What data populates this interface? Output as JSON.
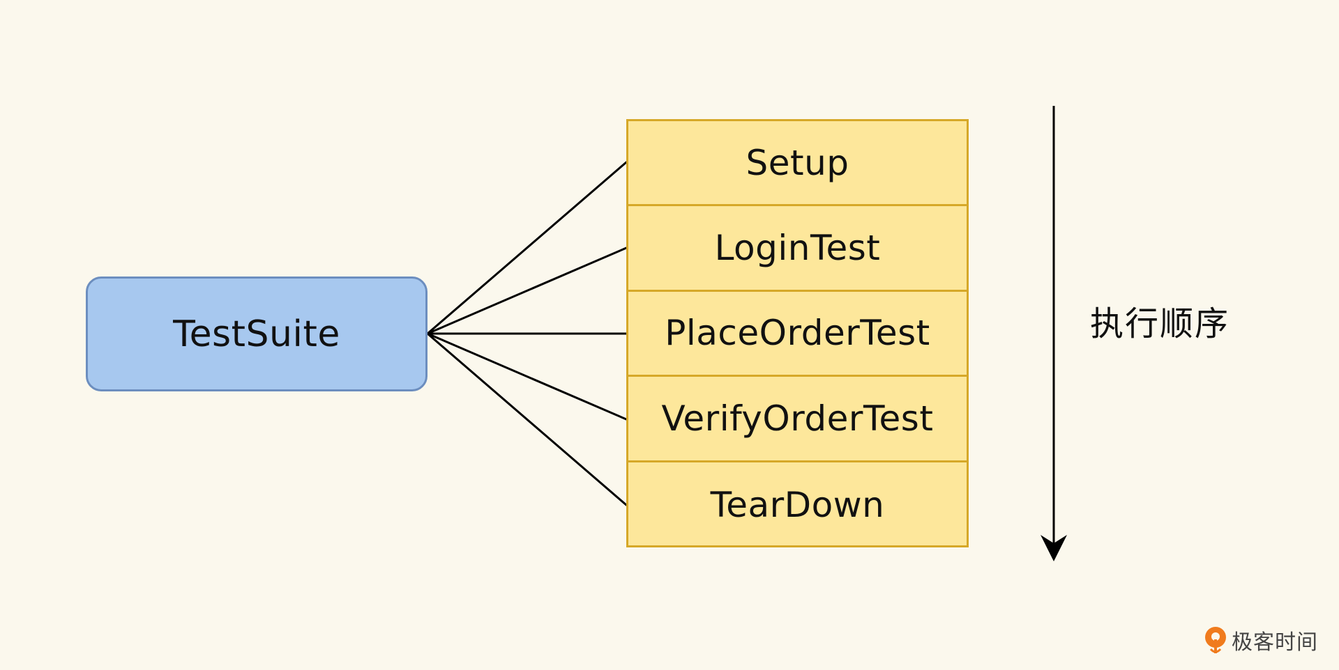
{
  "root": {
    "label": "TestSuite"
  },
  "steps": [
    {
      "label": "Setup"
    },
    {
      "label": "LoginTest"
    },
    {
      "label": "PlaceOrderTest"
    },
    {
      "label": "VerifyOrderTest"
    },
    {
      "label": "TearDown"
    }
  ],
  "order_label": "执行顺序",
  "watermark": {
    "text": "极客时间",
    "icon": "geektime-logo-icon"
  },
  "colors": {
    "background": "#fbf8ed",
    "root_fill": "#a7c8ef",
    "root_stroke": "#6c8ebf",
    "step_fill": "#fde79b",
    "step_stroke": "#d6a828",
    "line": "#000000",
    "logo": "#f07b1d"
  }
}
